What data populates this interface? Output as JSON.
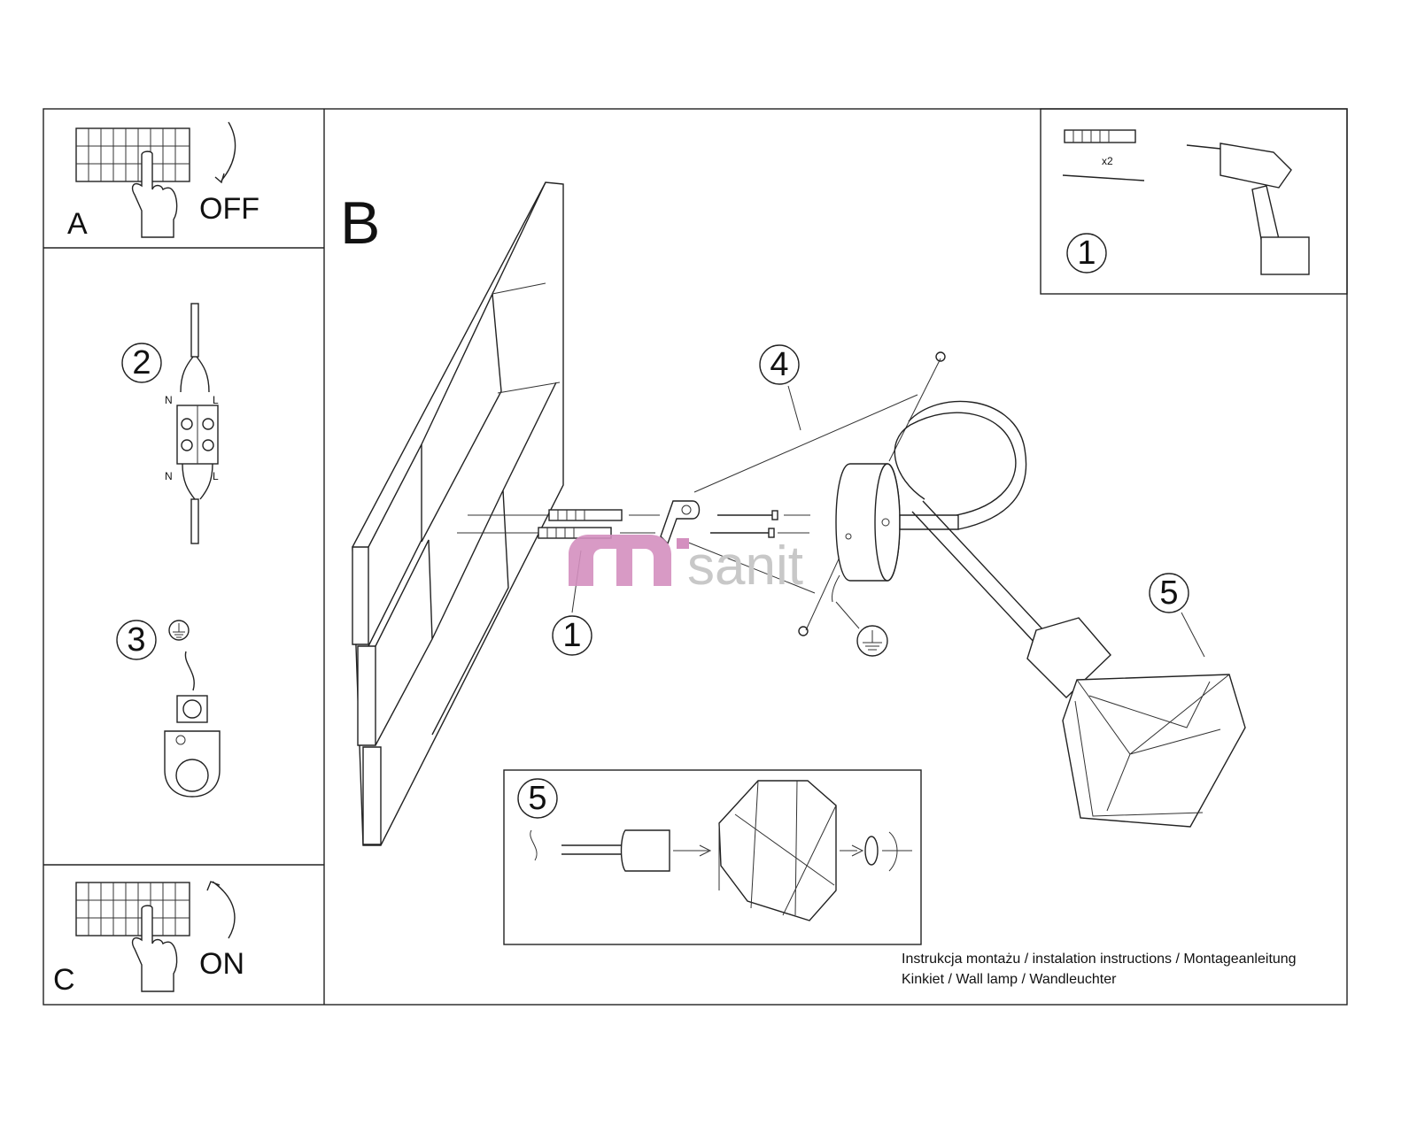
{
  "panels": {
    "a": {
      "letter": "A",
      "action": "OFF"
    },
    "b": {
      "letter": "B"
    },
    "c": {
      "letter": "C",
      "action": "ON"
    }
  },
  "steps": {
    "s1_kit": "1",
    "s1_qty": "x2",
    "s2": "2",
    "s2_terminals": {
      "n_top": "N",
      "l_top": "L",
      "n_bottom": "N",
      "l_bottom": "L"
    },
    "s3": "3",
    "s4": "4",
    "s1_main": "1",
    "s5_main": "5",
    "s5_detail": "5"
  },
  "watermark": {
    "prefix": "m",
    "text": "sanit",
    "color_prefix": "#d48fbf",
    "color_text": "#c8c8c8"
  },
  "footer": {
    "line1": "Instrukcja montażu / instalation instructions / Montageanleitung",
    "line2": "Kinkiet / Wall lamp / Wandleuchter"
  }
}
